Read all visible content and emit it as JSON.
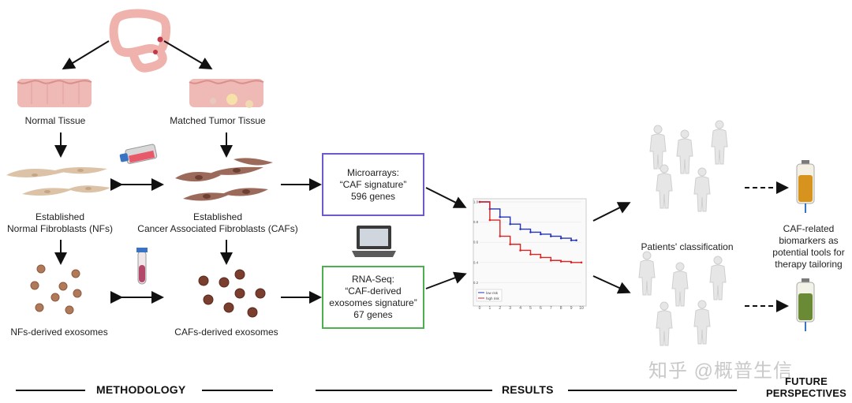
{
  "labels": {
    "normal_tissue": "Normal Tissue",
    "tumor_tissue": "Matched Tumor Tissue",
    "nfs_line1": "Established",
    "nfs_line2": "Normal Fibroblasts (NFs)",
    "cafs_line1": "Established",
    "cafs_line2": "Cancer Associated  Fibroblasts (CAFs)",
    "nfs_exosomes": "NFs-derived exosomes",
    "cafs_exosomes": "CAFs-derived exosomes",
    "patients": "Patients' classification",
    "biomarkers": [
      "CAF-related",
      "biomarkers as",
      "potential tools for",
      "therapy tailoring"
    ]
  },
  "microarrays_box": {
    "line1": "Microarrays:",
    "line2": "“CAF signature”",
    "line3": "596 genes",
    "color": "#6a5acd"
  },
  "rnaseq_box": {
    "line1": "RNA-Seq:",
    "line2": "“CAF-derived",
    "line3": "exosomes  signature”",
    "line4": "67 genes",
    "color": "#4caf50"
  },
  "sections": {
    "methodology": "METHODOLOGY",
    "results": "RESULTS",
    "future_line1": "FUTURE",
    "future_line2": "PERSPECTIVES"
  },
  "watermark": "知乎 @概普生信",
  "chart_data": {
    "type": "line",
    "x_ticks": [
      "0",
      "1",
      "2",
      "3",
      "4",
      "5",
      "6",
      "7",
      "8",
      "9",
      "10"
    ],
    "y_ticks": [
      "1.0",
      "0.8",
      "0.6",
      "0.4",
      "0.2"
    ],
    "ylim": [
      0,
      1
    ],
    "xlim": [
      0,
      10
    ],
    "legend": [
      "low risk",
      "high risk"
    ],
    "series": [
      {
        "name": "low risk",
        "color": "#2233bb",
        "x": [
          0,
          1,
          2,
          3,
          4,
          5,
          6,
          7,
          8,
          9,
          9.5
        ],
        "y": [
          1.0,
          0.93,
          0.85,
          0.78,
          0.73,
          0.7,
          0.68,
          0.66,
          0.64,
          0.62,
          0.62
        ]
      },
      {
        "name": "high risk",
        "color": "#dd2222",
        "x": [
          0,
          1,
          2,
          3,
          4,
          5,
          6,
          7,
          8,
          9,
          10
        ],
        "y": [
          1.0,
          0.82,
          0.66,
          0.58,
          0.52,
          0.48,
          0.45,
          0.42,
          0.41,
          0.4,
          0.4
        ]
      }
    ]
  },
  "colors": {
    "tissue": "#efb9b5",
    "tissue_dark": "#d98f8c",
    "nf_cell": "#dcc2a6",
    "caf_cell": "#9c6a5a",
    "exo_nf": "#b07a5a",
    "exo_caf": "#7a3e2e",
    "bag_orange": "#d6941e",
    "bag_green": "#6b8a35"
  }
}
